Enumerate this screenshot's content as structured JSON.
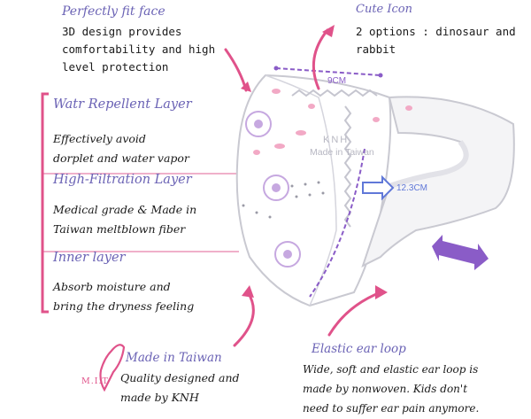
{
  "features": {
    "fit": {
      "title": "Perfectly fit face",
      "text": "3D design provides\ncomfortability and high\nlevel protection"
    },
    "icon": {
      "title": "Cute Icon",
      "text": "2 options : dinosaur and\nrabbit"
    },
    "repellent": {
      "title": "Watr Repellent Layer",
      "text": "Effectively avoid\ndorplet and water vapor"
    },
    "filtration": {
      "title": "High-Filtration Layer",
      "text": "Medical grade & Made in\nTaiwan meltblown fiber"
    },
    "inner": {
      "title": "Inner layer",
      "text": "Absorb moisture and\nbring the dryness feeling"
    },
    "made": {
      "title": "Made in Taiwan",
      "text": "Quality designed and\nmade by KNH",
      "badge": "M.I.T"
    },
    "ear": {
      "title": "Elastic ear loop",
      "text": "Wide, soft and elastic ear loop is\nmade by nonwoven. Kids don't\nneed to suffer ear pain anymore."
    }
  },
  "mask": {
    "width_label": "9CM",
    "height_label": "12.3CM",
    "brand": "KNH",
    "made_in": "Made in Taiwan"
  },
  "colors": {
    "title": "#6b63b5",
    "pink": "#e0528a",
    "purple": "#8a5cc7"
  }
}
